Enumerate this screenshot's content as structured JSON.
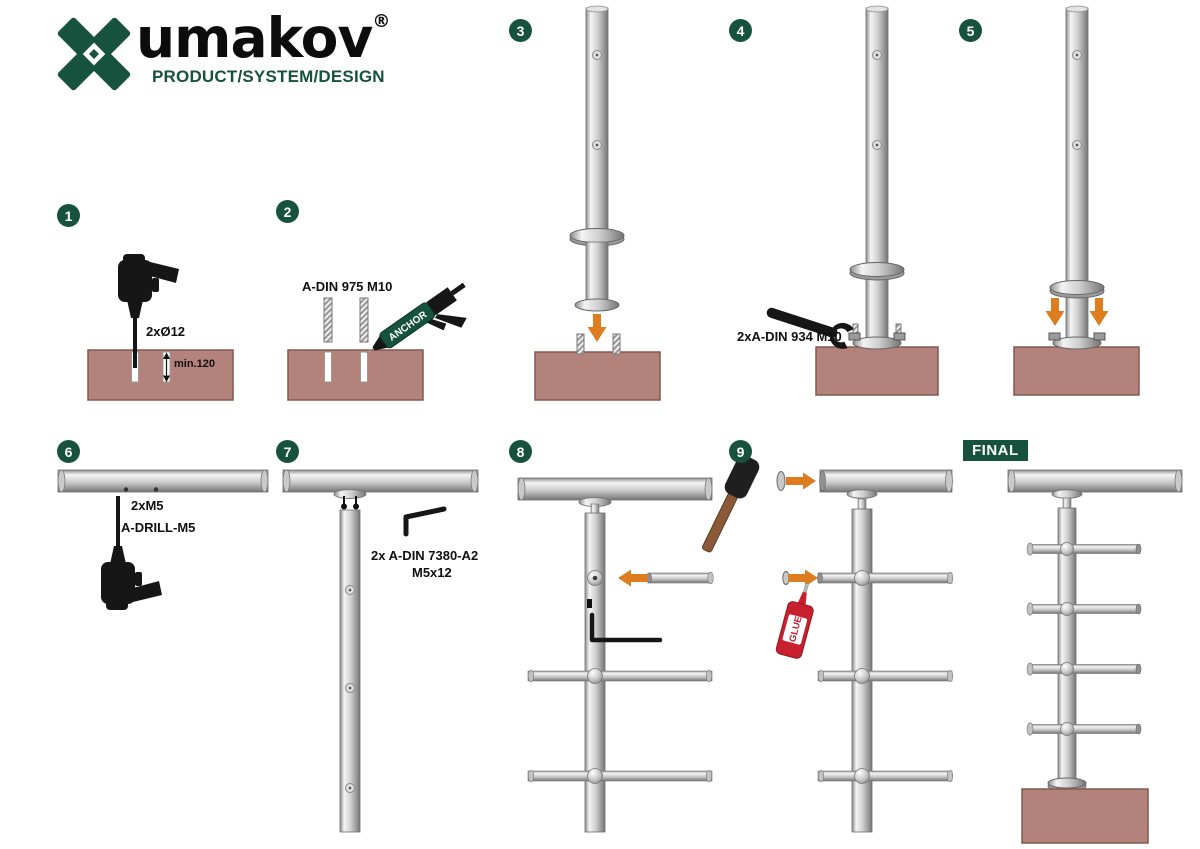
{
  "brand": {
    "name": "umakov",
    "reg": "®",
    "tagline": "PRODUCT/SYSTEM/DESIGN"
  },
  "badges": {
    "b1": "1",
    "b2": "2",
    "b3": "3",
    "b4": "4",
    "b5": "5",
    "b6": "6",
    "b7": "7",
    "b8": "8",
    "b9": "9",
    "final": "FINAL"
  },
  "labels": {
    "step1_diameter": "2xØ12",
    "step1_depth": "min.120",
    "step2_rod": "A-DIN 975 M10",
    "step2_anchor": "ANCHOR",
    "step4_nut": "2xA-DIN 934 M10",
    "step6_screw": "2xM5",
    "step6_drillbit": "A-DRILL-M5",
    "step7_screw1": "2x A-DIN 7380-A2",
    "step7_screw2": "M5x12",
    "step9_glue": "GLUE"
  },
  "colors": {
    "brand_green": "#16523d",
    "base_brown": "#b3837b",
    "arrow_orange": "#dd7d1f",
    "glue_red": "#c8202e",
    "steel_light": "#f2f2f2",
    "steel_dark": "#777777"
  }
}
